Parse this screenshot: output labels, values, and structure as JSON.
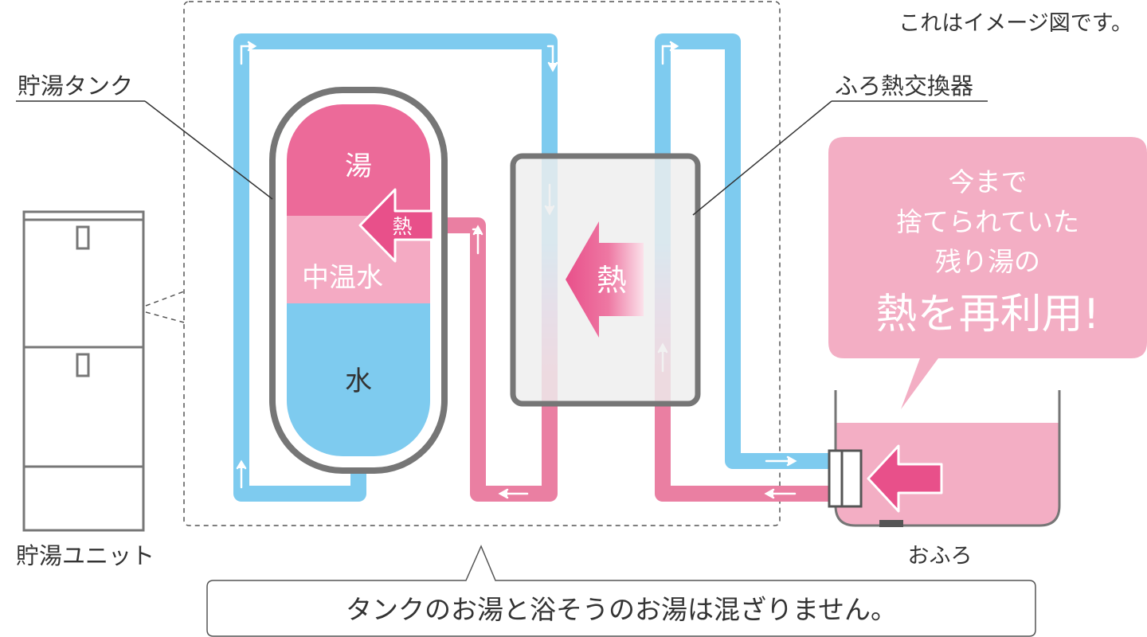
{
  "labels": {
    "note": "これはイメージ図です。",
    "tank": "貯湯タンク",
    "exchanger": "ふろ熱交換器",
    "unit": "貯湯ユニット",
    "bath": "おふろ",
    "hot": "湯",
    "mid": "中温水",
    "water": "水",
    "heat_small": "熱",
    "heat_large": "熱",
    "callout_line1": "今まで",
    "callout_line2": "捨てられていた",
    "callout_line3": "残り湯の",
    "callout_line4": "熱を再利用!",
    "bottom_note": "タンクのお湯と浴そうのお湯は混ざりません。"
  },
  "colors": {
    "blue_pipe": "#7ecbef",
    "pink_pipe": "#ea7fa2",
    "hot_pink": "#ec6a99",
    "mid_pink": "#f4aac3",
    "tank_outline": "#767676",
    "exchanger_fill": "#eeeeee",
    "callout_pink": "#f3aec4",
    "arrow_pink": "#e8508a",
    "text_dark": "#333333"
  }
}
